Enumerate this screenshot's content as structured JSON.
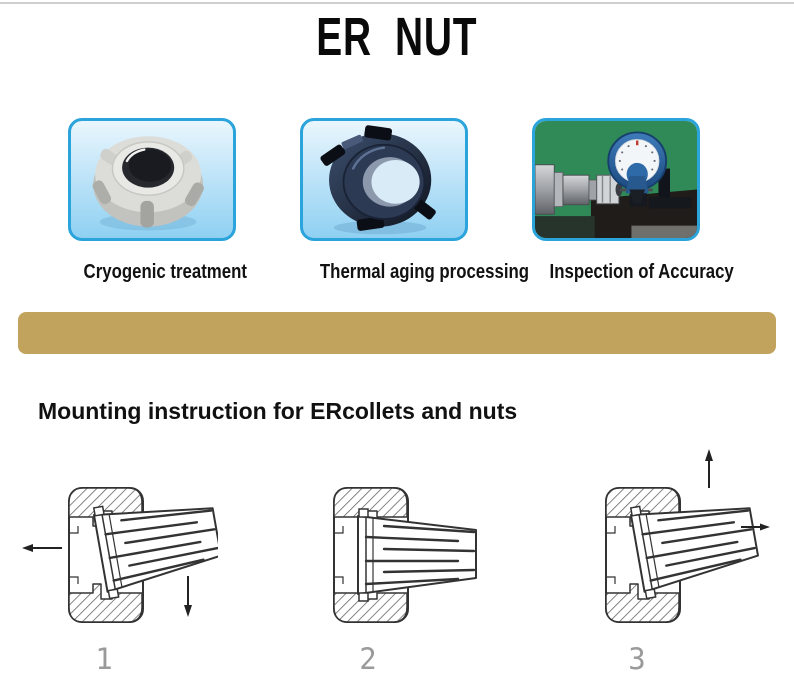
{
  "page": {
    "title": "ER  NUT"
  },
  "colors": {
    "gold": "#c1a35d",
    "card-border": "#2ba4dc",
    "card-bg-top": "#eaf6fd",
    "card-bg-bottom": "#8fd0f2",
    "inspection-green": "#2f8a57",
    "line-grey": "#cfcfcf",
    "step-grey": "#9a9a9a"
  },
  "process_steps": [
    {
      "label": "Cryogenic treatment",
      "illustration": "grey-collet-nut-photo"
    },
    {
      "label": "Thermal aging processing",
      "illustration": "dark-blue-collet-nut-photo"
    },
    {
      "label": "Inspection of Accuracy",
      "illustration": "dial-gauge-inspection-photo"
    }
  ],
  "mounting": {
    "heading": "Mounting instruction for ERcollets and nuts",
    "steps": [
      {
        "number": "1",
        "arrows": [
          "left",
          "down"
        ]
      },
      {
        "number": "2",
        "arrows": []
      },
      {
        "number": "3",
        "arrows": [
          "up",
          "right"
        ]
      }
    ]
  }
}
